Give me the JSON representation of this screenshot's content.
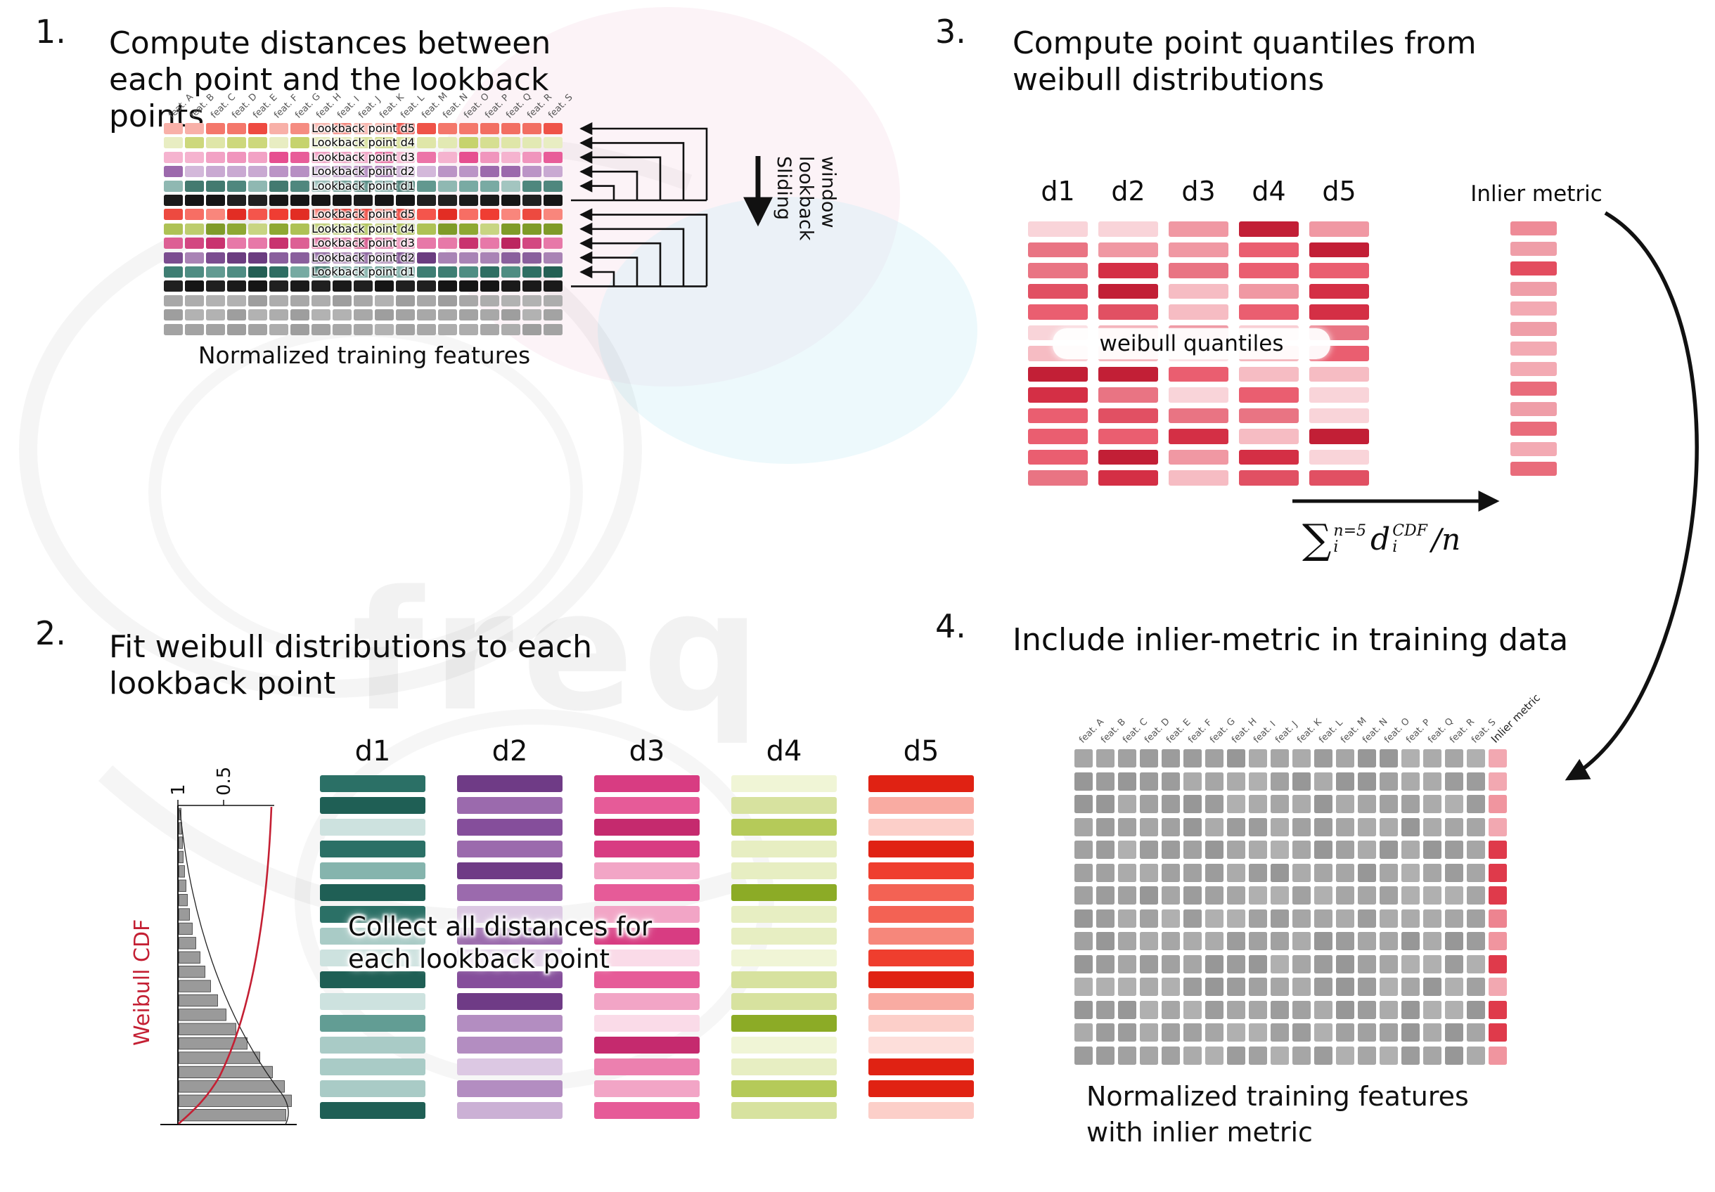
{
  "watermark": {
    "text": "freq"
  },
  "palettes": {
    "d5_light": [
      "#f58c81",
      "#f26e62",
      "#ef5348",
      "#f8b0a8",
      "#f4776b",
      "#ee4a41",
      "#f79d93"
    ],
    "d4_light": [
      "#dfe6a8",
      "#d6df92",
      "#e8edc2",
      "#cdd87c",
      "#e2e9b3",
      "#c6d36d"
    ],
    "d3_light": [
      "#f095bd",
      "#ec74a8",
      "#e85d99",
      "#f5b3cf",
      "#e64f90",
      "#f2a2c5"
    ],
    "d2_light": [
      "#bb94c6",
      "#ab7db9",
      "#c9a9d2",
      "#9c69ac",
      "#b78fc3",
      "#d3b8da"
    ],
    "d1_light": [
      "#79aaa3",
      "#62988f",
      "#8fb8b2",
      "#4f877e",
      "#a3c5c0",
      "#437a70"
    ],
    "d5": [
      "#f4554c",
      "#ef3d33",
      "#f76e64",
      "#e22d24",
      "#f9867c",
      "#ed4a40"
    ],
    "d4": [
      "#aec255",
      "#9fb741",
      "#bdcd6e",
      "#8ea832",
      "#c8d582",
      "#7f9b28"
    ],
    "d3": [
      "#dd5f94",
      "#d34781",
      "#e778a8",
      "#c9336f",
      "#ee8eb7",
      "#bc265f"
    ],
    "d2": [
      "#8a5f9d",
      "#7b4d90",
      "#996fa9",
      "#6b3d80",
      "#a983b5",
      "#5c3070"
    ],
    "d1": [
      "#4f8d83",
      "#3f7e73",
      "#629b92",
      "#2f6e63",
      "#76aaa2",
      "#245f54"
    ],
    "black": [
      "#1a1a1a",
      "#151515",
      "#202020"
    ],
    "gray": [
      "#a8a8a8",
      "#9e9e9e",
      "#b2b2b2",
      "#a3a3a3",
      "#adadad"
    ],
    "q1": [
      "#cde2df",
      "#a9cbc6",
      "#85b4ad",
      "#629d94",
      "#42867c",
      "#2b7066",
      "#1f5f55",
      "#e0edeb"
    ],
    "q2": [
      "#e3d3e9",
      "#cbb0d5",
      "#b38dc1",
      "#9b6aad",
      "#854e9b",
      "#6f3b86",
      "#dcc8e3"
    ],
    "q3": [
      "#f7cadd",
      "#f2a5c6",
      "#ec80af",
      "#e65b98",
      "#d83c82",
      "#c52a6e",
      "#fadbe8"
    ],
    "q4": [
      "#e7eec2",
      "#d7e29f",
      "#c6d67c",
      "#b5ca59",
      "#a2bc39",
      "#8cab26",
      "#f0f5d6"
    ],
    "q5": [
      "#fccfc9",
      "#f9aba2",
      "#f6877b",
      "#f36254",
      "#ef3e2e",
      "#e02213",
      "#fddeda"
    ],
    "rose": [
      "#f6bcc3",
      "#f098a3",
      "#e97483",
      "#e15063",
      "#d42f45",
      "#c21f36",
      "#f9d4d9",
      "#ea5e70"
    ],
    "inlier": [
      "#f3aab3",
      "#ee8b97",
      "#e96c7b",
      "#e34d5f",
      "#ef9ea8",
      "#dd3b50"
    ],
    "p4gray": [
      "#a6a6a6",
      "#9c9c9c",
      "#b0b0b0",
      "#a1a1a1",
      "#ababab",
      "#979797"
    ],
    "p4inlier": [
      "#f0959f",
      "#ea707e",
      "#e55260",
      "#f2a8b1",
      "#df3a4b",
      "#ed8490"
    ]
  },
  "features": [
    "feat. A",
    "feat. B",
    "feat. C",
    "feat. D",
    "feat. E",
    "feat. F",
    "feat. G",
    "feat. H",
    "feat. I",
    "feat. J",
    "feat. K",
    "feat. L",
    "feat. M",
    "feat. N",
    "feat. O",
    "feat. P",
    "feat. Q",
    "feat. R",
    "feat. S"
  ],
  "panel1": {
    "number": "1.",
    "title": "Compute distances between each point and the lookback points",
    "caption": "Normalized training features",
    "sliding_label": "Sliding\nlookback\nwindow",
    "grid_cols": 19,
    "grid_rows": [
      {
        "palette": "d5_light",
        "label": "Lookback point d5"
      },
      {
        "palette": "d4_light",
        "label": "Lookback point d4"
      },
      {
        "palette": "d3_light",
        "label": "Lookback point d3"
      },
      {
        "palette": "d2_light",
        "label": "Lookback point d2"
      },
      {
        "palette": "d1_light",
        "label": "Lookback point d1"
      },
      {
        "palette": "black"
      },
      {
        "palette": "d5",
        "label": "Lookback point d5"
      },
      {
        "palette": "d4",
        "label": "Lookback point d4"
      },
      {
        "palette": "d3",
        "label": "Lookback point d3"
      },
      {
        "palette": "d2",
        "label": "Lookback point d2"
      },
      {
        "palette": "d1",
        "label": "Lookback point d1"
      },
      {
        "palette": "black"
      },
      {
        "palette": "gray"
      },
      {
        "palette": "gray"
      },
      {
        "palette": "gray"
      }
    ]
  },
  "panel2": {
    "number": "2.",
    "title": "Fit weibull distributions to each lookback point",
    "overlay": "Collect all distances for\neach lookback point",
    "chart": {
      "ylabel": "Weibull CDF",
      "tick_1": "1",
      "tick_05": "0.5",
      "bar_lengths": [
        3,
        4,
        5,
        6,
        8,
        10,
        12,
        15,
        19,
        24,
        30,
        37,
        45,
        55,
        67,
        81,
        97,
        115,
        133,
        150,
        160,
        152
      ]
    },
    "bars_per_column": 16,
    "columns": [
      {
        "header": "d1",
        "palette": "q1"
      },
      {
        "header": "d2",
        "palette": "q2"
      },
      {
        "header": "d3",
        "palette": "q3"
      },
      {
        "header": "d4",
        "palette": "q4"
      },
      {
        "header": "d5",
        "palette": "q5"
      }
    ]
  },
  "panel3": {
    "number": "3.",
    "title": "Compute point quantiles from weibull distributions",
    "overlay": "weibull quantiles",
    "inlier_label": "Inlier metric",
    "bars_per_column": 13,
    "inlier_bars": 13,
    "columns": [
      {
        "header": "d1",
        "palette": "rose"
      },
      {
        "header": "d2",
        "palette": "rose"
      },
      {
        "header": "d3",
        "palette": "rose"
      },
      {
        "header": "d4",
        "palette": "rose"
      },
      {
        "header": "d5",
        "palette": "rose"
      }
    ],
    "formula": {
      "sigma": "∑",
      "sup": "n=5",
      "sub": "i",
      "d": "d",
      "dsup": "CDF",
      "dsub": "i",
      "tail": "/n"
    }
  },
  "panel4": {
    "number": "4.",
    "title": "Include inlier-metric in training data",
    "caption": "Normalized training features\nwith inlier metric",
    "inlier_col_label": "Inlier metric",
    "rows": 14,
    "feature_cols": 19
  }
}
